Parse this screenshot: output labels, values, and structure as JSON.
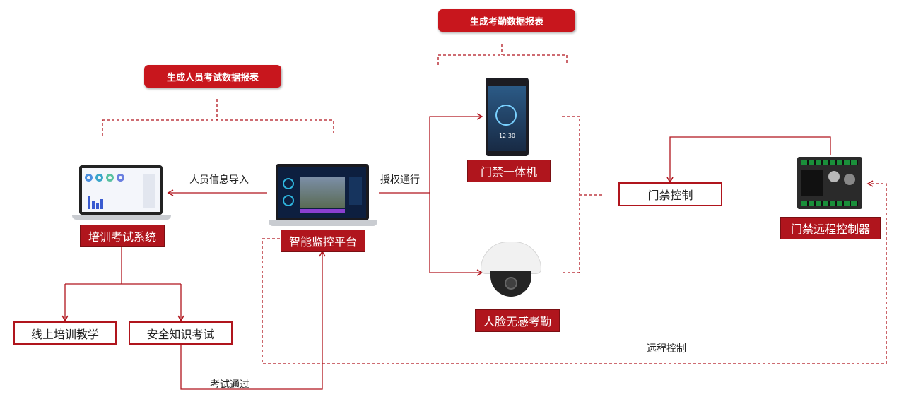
{
  "pills": {
    "attendance_report": "生成考勤数据报表",
    "exam_report": "生成人员考试数据报表"
  },
  "nodes": {
    "training_system": "培训考试系统",
    "monitor_platform": "智能监控平台",
    "access_terminal": "门禁一体机",
    "face_attendance": "人脸无感考勤",
    "remote_controller": "门禁远程控制器",
    "access_control": "门禁控制",
    "online_training": "线上培训教学",
    "safety_exam": "安全知识考试"
  },
  "edge_labels": {
    "import": "人员信息导入",
    "authorize": "授权通行",
    "exam_pass": "考试通过",
    "remote_control": "远程控制"
  },
  "device_screen": {
    "clock": "12:30"
  },
  "colors": {
    "accent": "#b0151d",
    "pill": "#c8161d",
    "line": "#b0151d"
  }
}
